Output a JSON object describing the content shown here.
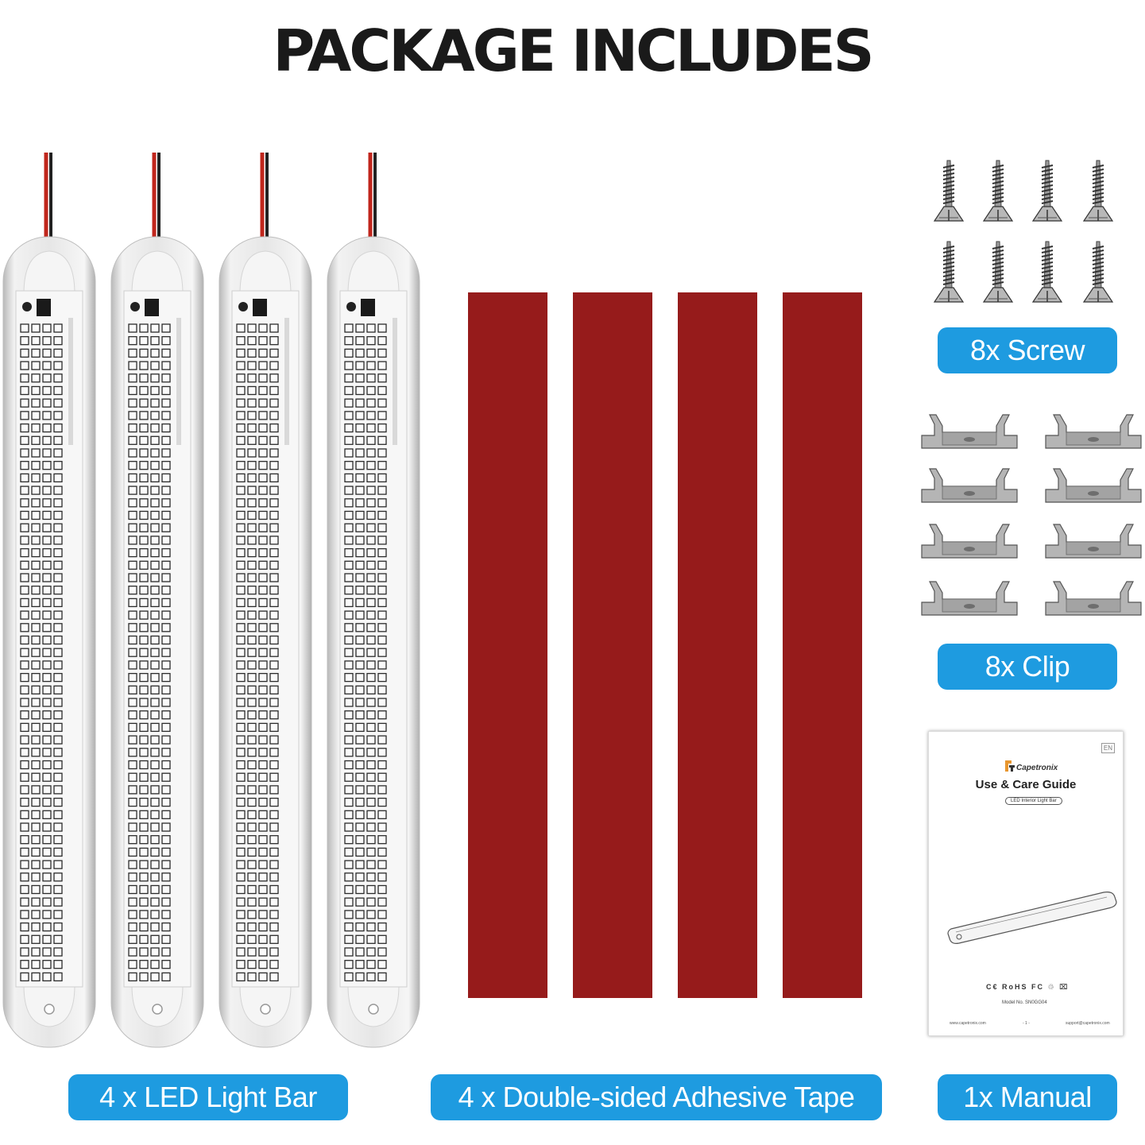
{
  "title": "PACKAGE INCLUDES",
  "labels": {
    "led": "4 x LED Light Bar",
    "tape": "4 x Double-sided Adhesive Tape",
    "manual": "1x Manual",
    "screw": "8x Screw",
    "clip": "8x Clip"
  },
  "manual": {
    "badge": "EN",
    "brand": "Capetronix",
    "title": "Use & Care Guide",
    "subtitle": "LED Interior Light Bar",
    "model": "Model No.  SN0GG04",
    "website": "www.capetronix.com",
    "page": "- 1 -",
    "email": "support@capetronix.com"
  },
  "colors": {
    "accent": "#1e9be0",
    "tape": "#961b1b"
  }
}
